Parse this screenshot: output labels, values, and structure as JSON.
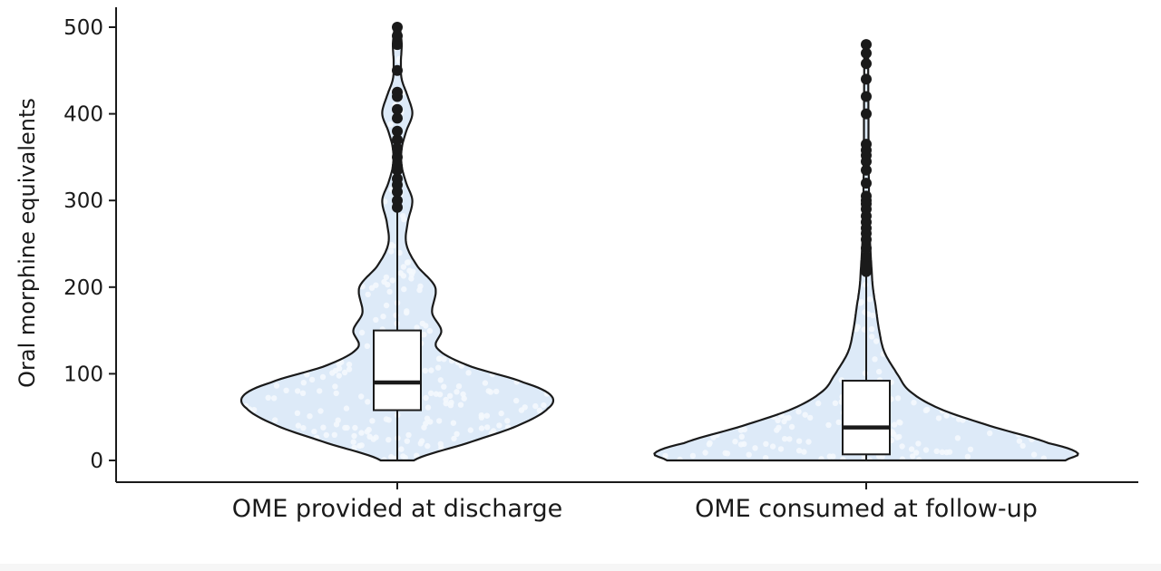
{
  "chart_data": {
    "type": "violin",
    "title": "",
    "xlabel": "",
    "ylabel": "Oral morphine equivalents",
    "ylim": [
      0,
      500
    ],
    "yticks": [
      0,
      100,
      200,
      300,
      400,
      500
    ],
    "ytick_labels": [
      "0",
      "100",
      "200",
      "300",
      "400",
      "500"
    ],
    "categories": [
      "OME provided at discharge",
      "OME consumed at follow-up"
    ],
    "grid": false,
    "legend": "none",
    "colors": {
      "fill": "#ddeaf8",
      "outline": "#1a1a1a",
      "box_fill": "#ffffff",
      "points": "#1a1a1a"
    },
    "series": [
      {
        "category": "OME provided at discharge",
        "box": {
          "min": 0,
          "q1": 58,
          "median": 90,
          "q3": 150,
          "whisker_high": 290
        },
        "outliers": [
          292,
          300,
          310,
          318,
          325,
          335,
          340,
          350,
          360,
          370,
          380,
          395,
          405,
          420,
          425,
          450,
          480,
          490,
          500
        ],
        "density_profile": [
          [
            0,
            0.1
          ],
          [
            20,
            0.45
          ],
          [
            40,
            0.78
          ],
          [
            60,
            0.98
          ],
          [
            75,
            1.0
          ],
          [
            90,
            0.82
          ],
          [
            110,
            0.45
          ],
          [
            130,
            0.25
          ],
          [
            150,
            0.28
          ],
          [
            170,
            0.22
          ],
          [
            200,
            0.24
          ],
          [
            225,
            0.12
          ],
          [
            250,
            0.05
          ],
          [
            275,
            0.06
          ],
          [
            300,
            0.09
          ],
          [
            320,
            0.05
          ],
          [
            340,
            0.02
          ],
          [
            360,
            0.02
          ],
          [
            380,
            0.05
          ],
          [
            400,
            0.09
          ],
          [
            420,
            0.06
          ],
          [
            440,
            0.02
          ],
          [
            460,
            0.015
          ],
          [
            480,
            0.02
          ],
          [
            500,
            0.01
          ]
        ]
      },
      {
        "category": "OME consumed at follow-up",
        "box": {
          "min": 0,
          "q1": 7,
          "median": 38,
          "q3": 92,
          "whisker_high": 215
        },
        "outliers": [
          218,
          222,
          228,
          235,
          245,
          255,
          262,
          268,
          275,
          282,
          290,
          296,
          300,
          305,
          320,
          335,
          345,
          352,
          358,
          365,
          400,
          420,
          440,
          458,
          470,
          480
        ],
        "density_profile": [
          [
            0,
            0.94
          ],
          [
            8,
            1.0
          ],
          [
            20,
            0.86
          ],
          [
            40,
            0.58
          ],
          [
            60,
            0.34
          ],
          [
            80,
            0.2
          ],
          [
            100,
            0.14
          ],
          [
            125,
            0.08
          ],
          [
            150,
            0.055
          ],
          [
            175,
            0.04
          ],
          [
            200,
            0.025
          ],
          [
            225,
            0.018
          ],
          [
            250,
            0.012
          ],
          [
            275,
            0.009
          ],
          [
            300,
            0.007
          ],
          [
            350,
            0.005
          ],
          [
            400,
            0.004
          ],
          [
            450,
            0.003
          ],
          [
            500,
            0.002
          ]
        ]
      }
    ]
  }
}
